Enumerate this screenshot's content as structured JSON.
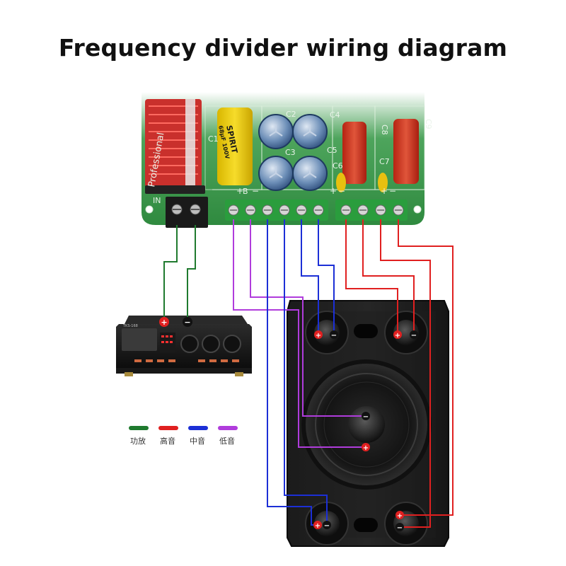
{
  "title": "Frequency divider wiring diagram",
  "board": {
    "brand_text": "Professional",
    "in_label": "IN",
    "capacitor_labels": [
      "C1",
      "C2",
      "C3",
      "C4",
      "C5",
      "C6",
      "C7",
      "C8",
      "C9"
    ],
    "capacitor_marking": [
      "SPIRIT",
      "68μF 100V"
    ],
    "terminal_markings": [
      "+",
      "B",
      "−",
      "+",
      "−",
      "+",
      "−"
    ]
  },
  "amplifier": {
    "model": "TKS-168"
  },
  "wire_colors": {
    "amplifier": "#1f7a2e",
    "treble": "#e02020",
    "midrange": "#1c2fd6",
    "bass": "#b03cdc"
  },
  "legend": [
    {
      "color": "#1f7a2e",
      "label": "功放"
    },
    {
      "color": "#e02020",
      "label": "高音"
    },
    {
      "color": "#1c2fd6",
      "label": "中音"
    },
    {
      "color": "#b03cdc",
      "label": "低音"
    }
  ],
  "polarity": {
    "plus": "+",
    "minus": "−"
  }
}
